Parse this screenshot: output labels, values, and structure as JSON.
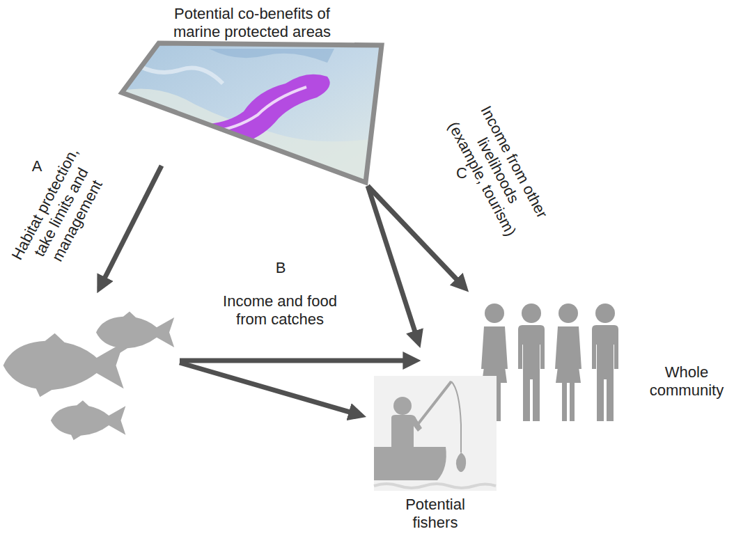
{
  "diagram": {
    "nodes": [
      {
        "text": [
          "Potential co-benefits of marine protected areas"
        ]
      },
      {
        "text": [
          "Potential fishers"
        ]
      },
      {
        "text": [
          "Whole community"
        ]
      }
    ],
    "edges": [
      {
        "from": 0,
        "to": 1,
        "arrow": "to"
      },
      {
        "from": 0,
        "to": 2,
        "arrow": "to"
      }
    ],
    "labels": [
      "A",
      "Habitat protection, take limits and management",
      "B",
      "Income and food from catches",
      "C",
      "Income from other livelihoods (example, tourism)"
    ]
  }
}
